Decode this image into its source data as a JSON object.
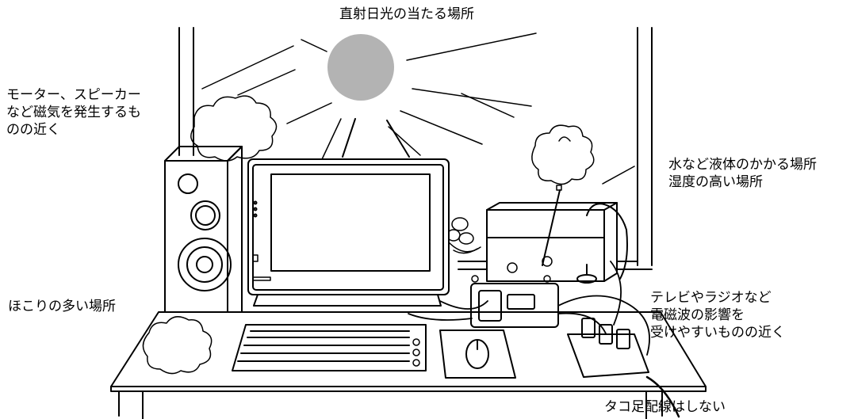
{
  "labels": {
    "sunlight": "直射日光の当たる場所",
    "motor": [
      "モーター、スピーカー",
      "など磁気を発生するも",
      "のの近く"
    ],
    "water": [
      "水など液体のかかる場所",
      "湿度の高い場所"
    ],
    "dust": "ほこりの多い場所",
    "tv": [
      "テレビやラジオなど",
      "電磁波の影響を",
      "受けやすいものの近く"
    ],
    "octopus": "タコ足配線はしない"
  },
  "colors": {
    "line": "#000000",
    "sun": "#b3b3b3",
    "background": "#ffffff"
  }
}
